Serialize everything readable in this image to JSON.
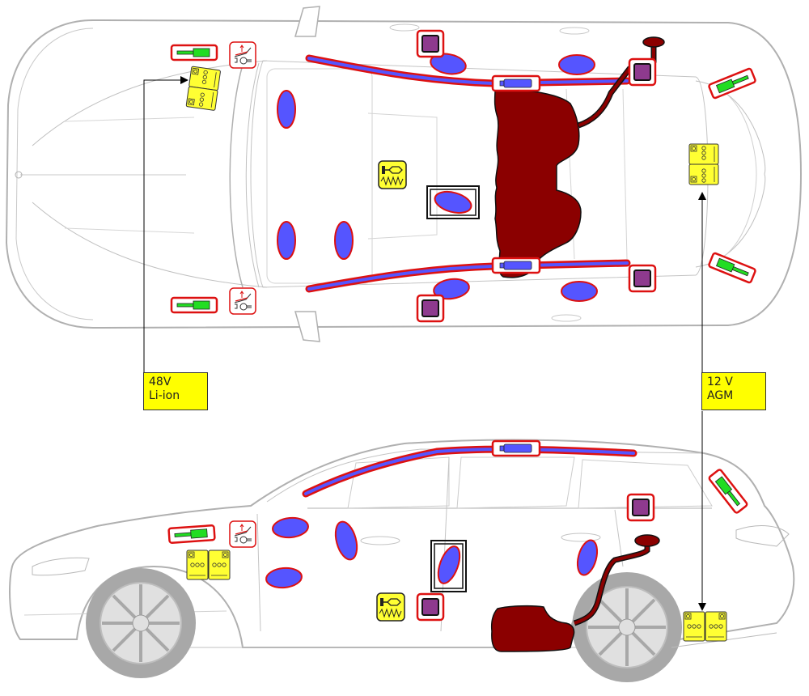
{
  "diagram": {
    "title": "Vehicle rescue sheet – component locations",
    "views": [
      "top-view",
      "side-view"
    ],
    "colors": {
      "airbag": "#5555ff",
      "airbag_outline": "#dd1111",
      "curtain_airbag_core": "#6a4fbf",
      "gas_strut": "#22dd22",
      "battery": "#ffff33",
      "fuel_tank": "#8b0000",
      "control_unit": "#8e3a8e",
      "highlight_border": "#dd1111",
      "label_bg": "#ffff00",
      "car_outline": "#aaaaaa",
      "wheel": "#a8a8a8"
    },
    "callouts": [
      {
        "id": "battery-48v",
        "lines": [
          "48V",
          "Li-ion"
        ]
      },
      {
        "id": "battery-12v",
        "lines": [
          "12 V",
          "AGM"
        ]
      }
    ],
    "legend_components": [
      "airbag",
      "curtain-airbag",
      "gas-inflator",
      "airbag-control-unit",
      "gas-strut",
      "active-bonnet",
      "battery",
      "fuel-tank",
      "seat-adjustment",
      "deactivatable-airbag"
    ]
  }
}
